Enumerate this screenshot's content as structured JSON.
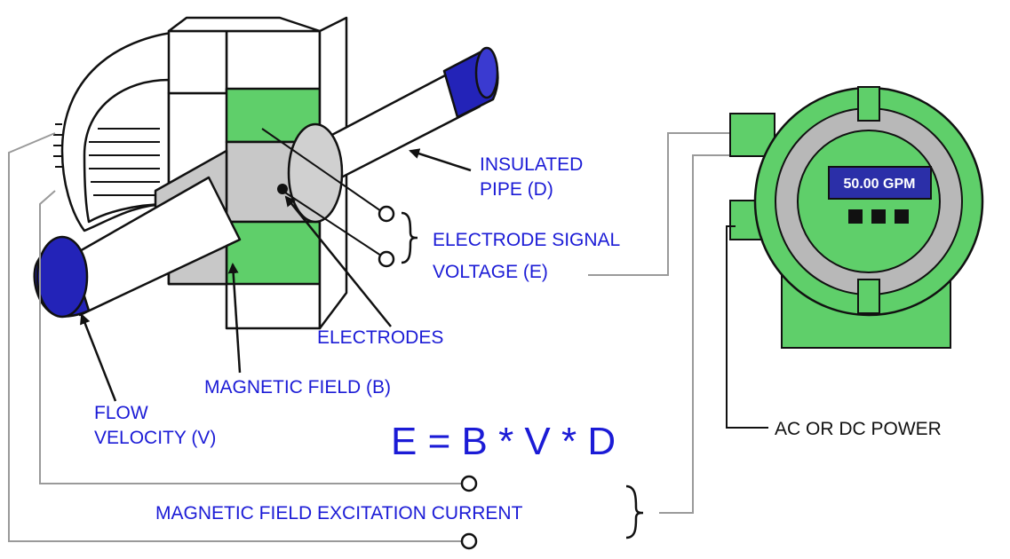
{
  "colors": {
    "label": "#1b1bd6",
    "green": "#5fcf6a",
    "grey": "#c8c8c8",
    "blue_cap": "#2323b8",
    "display": "#2b2fa8"
  },
  "labels": {
    "insulated_pipe_line1": "INSULATED",
    "insulated_pipe_line2": "PIPE (D)",
    "electrode_signal_line1": "ELECTRODE SIGNAL",
    "electrode_signal_line2": "VOLTAGE (E)",
    "electrodes": "ELECTRODES",
    "magnetic_field": "MAGNETIC FIELD (B)",
    "flow_velocity_line1": "FLOW",
    "flow_velocity_line2": "VELOCITY (V)",
    "equation": "E = B * V * D",
    "excitation_current": "MAGNETIC FIELD EXCITATION CURRENT",
    "power": "AC OR DC POWER"
  },
  "transmitter": {
    "display_text": "50.00 GPM"
  },
  "icons": {
    "terminal": "terminal-circle-icon",
    "brace": "right-brace-icon",
    "arrow": "pointer-arrow-icon"
  }
}
